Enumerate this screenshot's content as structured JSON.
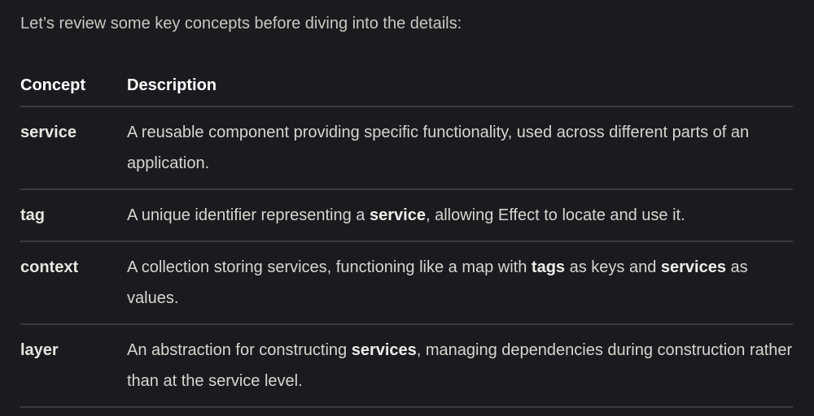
{
  "intro": "Let’s review some key concepts before diving into the details:",
  "table": {
    "headers": {
      "concept": "Concept",
      "description": "Description"
    },
    "rows": [
      {
        "concept": "service",
        "description": [
          {
            "text": "A reusable component providing specific functionality, used across different parts of an application.",
            "bold": false
          }
        ]
      },
      {
        "concept": "tag",
        "description": [
          {
            "text": "A unique identifier representing a ",
            "bold": false
          },
          {
            "text": "service",
            "bold": true
          },
          {
            "text": ", allowing Effect to locate and use it.",
            "bold": false
          }
        ]
      },
      {
        "concept": "context",
        "description": [
          {
            "text": "A collection storing services, functioning like a map with ",
            "bold": false
          },
          {
            "text": "tags",
            "bold": true
          },
          {
            "text": " as keys and ",
            "bold": false
          },
          {
            "text": "services",
            "bold": true
          },
          {
            "text": " as values.",
            "bold": false
          }
        ]
      },
      {
        "concept": "layer",
        "description": [
          {
            "text": "An abstraction for constructing ",
            "bold": false
          },
          {
            "text": "services",
            "bold": true
          },
          {
            "text": ", managing dependencies during construction rather than at the service level.",
            "bold": false
          }
        ]
      }
    ]
  },
  "colors": {
    "background": "#1b1b1f",
    "text": "#dfdfd6",
    "header_text": "#ffffff",
    "divider": "#3a3a40"
  }
}
